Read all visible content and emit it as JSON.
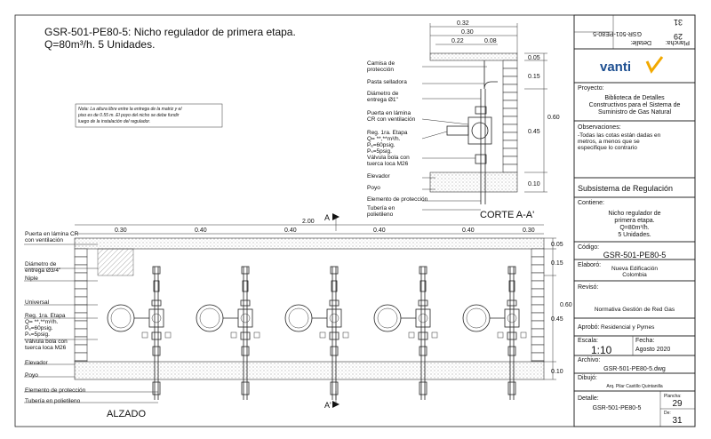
{
  "title_line1": "GSR-501-PE80-5: Nicho regulador de primera etapa.",
  "title_line2": "Q=80m³/h. 5 Unidades.",
  "note": {
    "line1": "Nota: La altura libre entre la entrega de la matriz y el",
    "line2": "piso es de 0.55 m. El poyo del nicho se debe fundir",
    "line3": "luego de la instalación del regulador."
  },
  "section_aa": {
    "title": "CORTE A-A'",
    "dims_top": [
      "0.32",
      "0.30",
      "0.22",
      "0.08"
    ],
    "dims_right": [
      "0.05",
      "0.15",
      "0.60",
      "0.45",
      "0.10"
    ],
    "labels": {
      "camisa": [
        "Camisa de",
        "protección"
      ],
      "pasta": "Pasta selladora",
      "diametro": [
        "Diámetro de",
        "entrega Ø1\""
      ],
      "puerta": [
        "Puerta en lámina",
        "CR con ventilación"
      ],
      "reg": [
        "Reg. 1ra. Etapa",
        "Q= **,**m³/h.",
        "Pₑ=60psig.",
        "Pₛ=5psig."
      ],
      "valvula": [
        "Válvula bola con",
        "tuerca loca M26"
      ],
      "elevador": "Elevador",
      "poyo": "Poyo",
      "elemento": "Elemento de protección",
      "tuberia": [
        "Tubería en",
        "polietileno"
      ]
    }
  },
  "elevation": {
    "title": "ALZADO",
    "total": "2.00",
    "section_mark": "A",
    "section_mark2": "A'",
    "spacings": [
      "0.30",
      "0.40",
      "0.40",
      "0.40",
      "0.40",
      "0.30"
    ],
    "dims_right": [
      "0.05",
      "0.15",
      "0.60",
      "0.45",
      "0.10"
    ],
    "labels": {
      "puerta": [
        "Puerta en lámina CR",
        "con ventilación"
      ],
      "diametro": [
        "Diámetro de",
        "entrega Ø3/4\""
      ],
      "niple": "Niple",
      "universal": "Universal",
      "reg": [
        "Reg. 1ra. Etapa",
        "Q= **,**m³/h.",
        "Pₑ=60psig.",
        "Pₛ=5psig."
      ],
      "valvula": [
        "Válvula bola con",
        "tuerca loca M26"
      ],
      "elevador": "Elevador",
      "poyo": "Poyo",
      "elemento": "Elemento de protección",
      "tuberia": "Tubería en polietileno"
    }
  },
  "title_block": {
    "stamp_plancha": "Plancha:",
    "stamp_plancha_val": "29",
    "stamp_de_val": "31",
    "stamp_detalle": "Detalle:",
    "stamp_detalle_val": "GSR-501-PE80-5",
    "logo_text": "vanti",
    "proyecto_label": "Proyecto:",
    "proyecto": [
      "Biblioteca de Detalles",
      "Constructivos para el Sistema de",
      "Suministro de Gas Natural"
    ],
    "observaciones_label": "Observaciones:",
    "observaciones": [
      "-Todas las cotas están dadas en",
      "metros, a menos que se",
      "especifique lo contrario"
    ],
    "subsistema": "Subsistema de Regulación",
    "contiene_label": "Contiene:",
    "contiene": [
      "Nicho regulador de",
      "primera etapa.",
      "Q=80m³/h.",
      "5 Unidades."
    ],
    "codigo_label": "Código:",
    "codigo": "GSR-501-PE80-5",
    "elaboro_label": "Elaboró:",
    "elaboro": [
      "Nueva Edificación",
      "Colombia"
    ],
    "reviso_label": "Revisó:",
    "reviso": "Normativa Gestión de Red Gas",
    "aprobo_label": "Aprobó:",
    "aprobo": "Residencial y Pymes",
    "escala_label": "Escala:",
    "escala": "1:10",
    "fecha_label": "Fecha:",
    "fecha": "Agosto 2020",
    "archivo_label": "Archivo:",
    "archivo": "GSR-501-PE80-5.dwg",
    "dibujo_label": "Dibujó:",
    "dibujo": "Arq. Pilar Castillo Quintanilla",
    "detalle_label": "Detalle:",
    "detalle": "GSR-501-PE80-5",
    "plancha_label": "Plancha:",
    "plancha": "29",
    "de_label": "De:",
    "de": "31"
  },
  "colors": {
    "accent": "#1d4f91",
    "logo_check": "#f2a900"
  }
}
